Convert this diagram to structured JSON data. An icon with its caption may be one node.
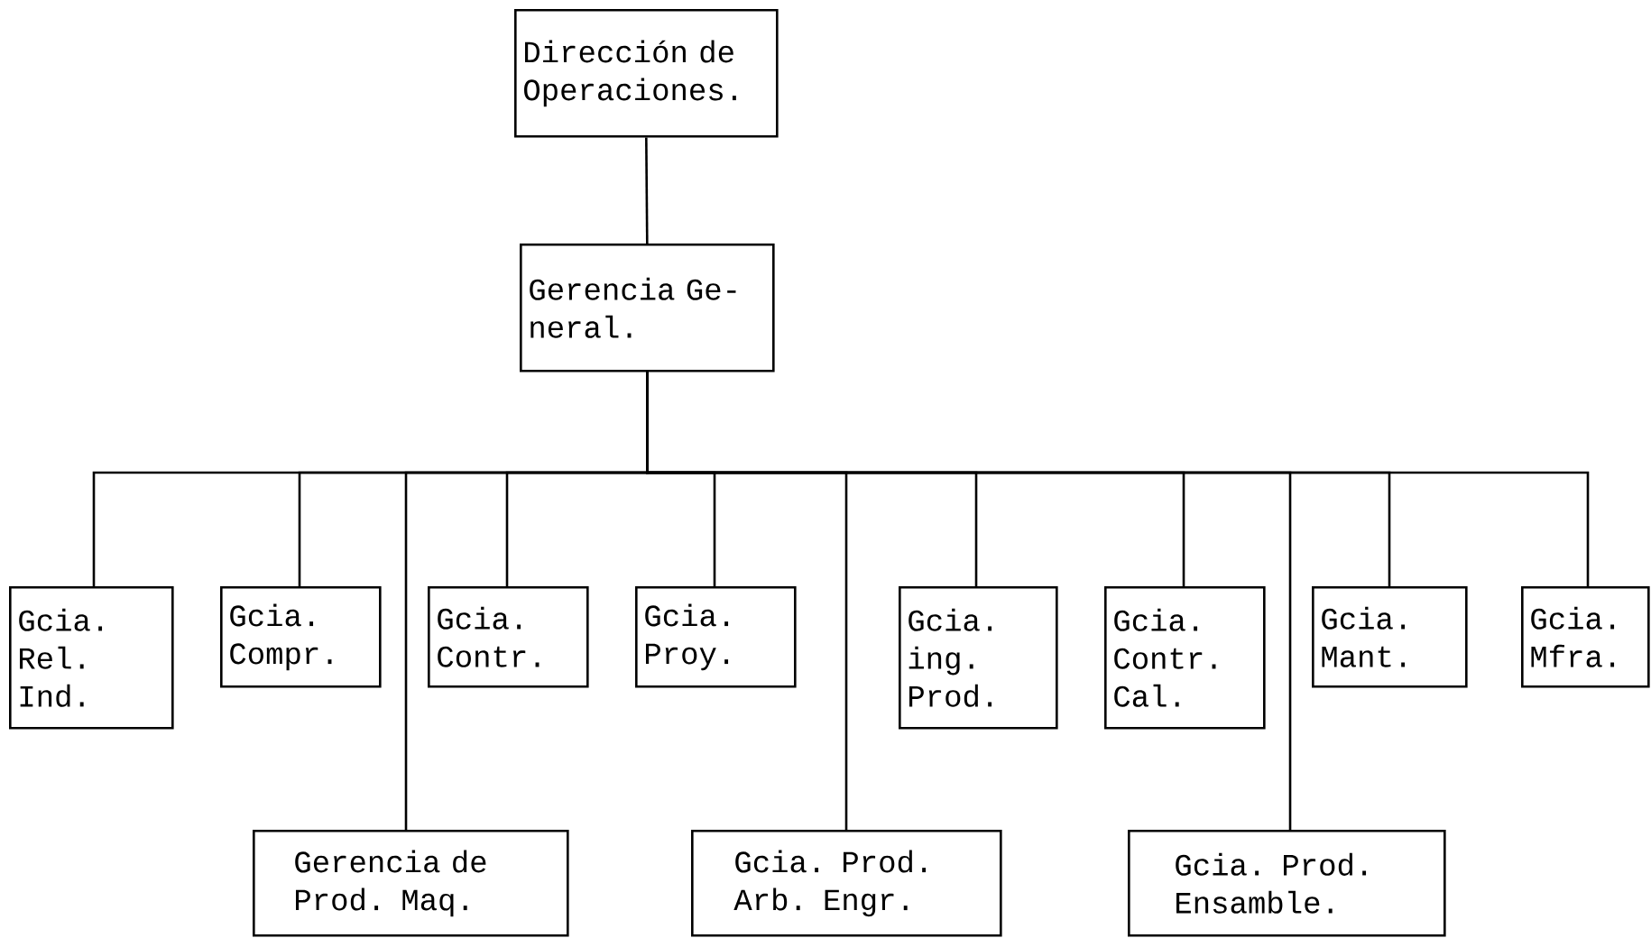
{
  "diagram": {
    "nodes": [
      {
        "text": [
          "Dirección de Operaciones."
        ]
      },
      {
        "text": [
          "Gerencia Ge- neral."
        ]
      },
      {
        "text": [
          "Gcia. Rel. Ind."
        ]
      },
      {
        "text": [
          "Gcia. Compr."
        ]
      },
      {
        "text": [
          "Gcia. Contr."
        ]
      },
      {
        "text": [
          "Gcia. Proy."
        ]
      },
      {
        "text": [
          "Gcia. ing. Prod."
        ]
      },
      {
        "text": [
          "Gcia. Contr. Cal."
        ]
      },
      {
        "text": [
          "Gcia. Mant."
        ]
      },
      {
        "text": [
          "Gcia. Mfra."
        ]
      },
      {
        "text": [
          "Gerencia de Prod. Maq."
        ]
      },
      {
        "text": [
          "Gcia. Prod. Arb. Engr."
        ]
      },
      {
        "text": [
          "Gcia. Prod. Ensamble."
        ]
      }
    ],
    "edges": [
      {
        "from": 0,
        "to": 1,
        "arrow": "none"
      },
      {
        "from": 1,
        "to": 2,
        "arrow": "none"
      },
      {
        "from": 1,
        "to": 3,
        "arrow": "none"
      },
      {
        "from": 1,
        "to": 4,
        "arrow": "none"
      },
      {
        "from": 1,
        "to": 5,
        "arrow": "none"
      },
      {
        "from": 1,
        "to": 6,
        "arrow": "none"
      },
      {
        "from": 1,
        "to": 7,
        "arrow": "none"
      },
      {
        "from": 1,
        "to": 8,
        "arrow": "none"
      },
      {
        "from": 1,
        "to": 9,
        "arrow": "none"
      },
      {
        "from": 1,
        "to": 10,
        "arrow": "none"
      },
      {
        "from": 1,
        "to": 11,
        "arrow": "none"
      },
      {
        "from": 1,
        "to": 12,
        "arrow": "none"
      }
    ]
  }
}
